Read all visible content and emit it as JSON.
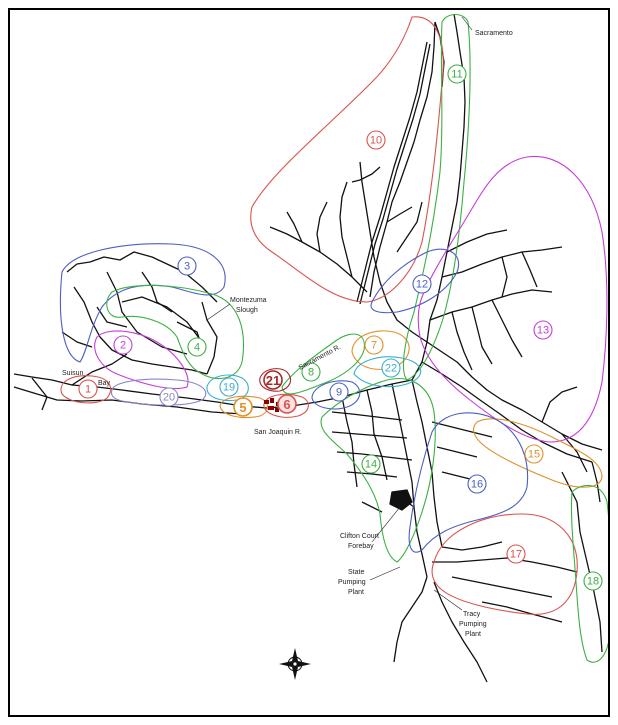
{
  "map": {
    "colors": {
      "red": "#d9534f",
      "green": "#3cb043",
      "blue": "#4a5fc1",
      "magenta": "#c53fd6",
      "orange": "#e0902a",
      "cyan": "#3aaed0",
      "lavender": "#8a86c6",
      "dark_red": "#a52a2a",
      "river": "#111111"
    },
    "labels": {
      "sacramento": "Sacramento",
      "montezuma": "Montezuma",
      "slough": "Slough",
      "suisun": "Suisun",
      "bay": "Bay",
      "sacramento_r": "Sacramento R.",
      "san_joaquin_r": "San Joaquin R.",
      "clifton_court": "Clifton Court",
      "forebay": "Forebay",
      "state": "State",
      "pumping": "Pumping",
      "plant": "Plant",
      "tracy": "Tracy",
      "tracy_pumping": "Pumping",
      "tracy_plant": "Plant"
    },
    "zones": [
      {
        "id": "1",
        "label": "1",
        "color": "red"
      },
      {
        "id": "2",
        "label": "2",
        "color": "magenta"
      },
      {
        "id": "3",
        "label": "3",
        "color": "blue"
      },
      {
        "id": "4",
        "label": "4",
        "color": "green"
      },
      {
        "id": "5",
        "label": "5",
        "color": "orange"
      },
      {
        "id": "6",
        "label": "6",
        "color": "red"
      },
      {
        "id": "7",
        "label": "7",
        "color": "orange"
      },
      {
        "id": "8",
        "label": "8",
        "color": "green"
      },
      {
        "id": "9",
        "label": "9",
        "color": "blue"
      },
      {
        "id": "10",
        "label": "10",
        "color": "red"
      },
      {
        "id": "11",
        "label": "11",
        "color": "green"
      },
      {
        "id": "12",
        "label": "12",
        "color": "blue"
      },
      {
        "id": "13",
        "label": "13",
        "color": "magenta"
      },
      {
        "id": "14",
        "label": "14",
        "color": "green"
      },
      {
        "id": "15",
        "label": "15",
        "color": "orange"
      },
      {
        "id": "16",
        "label": "16",
        "color": "blue"
      },
      {
        "id": "17",
        "label": "17",
        "color": "red"
      },
      {
        "id": "18",
        "label": "18",
        "color": "green"
      },
      {
        "id": "19",
        "label": "19",
        "color": "cyan"
      },
      {
        "id": "20",
        "label": "20",
        "color": "lavender"
      },
      {
        "id": "21",
        "label": "21",
        "color": "dark_red"
      },
      {
        "id": "22",
        "label": "22",
        "color": "cyan"
      }
    ]
  }
}
